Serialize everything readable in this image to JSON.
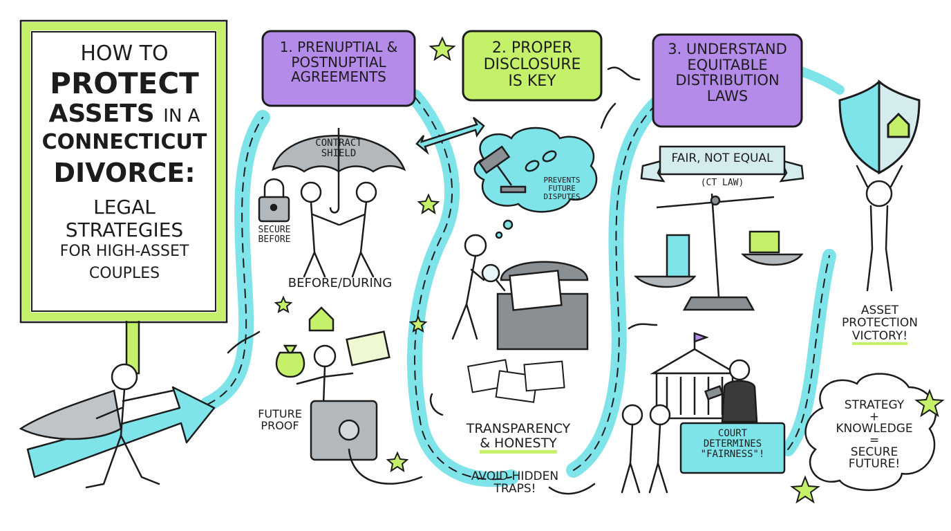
{
  "title": {
    "line1": "HOW TO",
    "line2": "PROTECT",
    "line3a": "ASSETS",
    "line3b": "IN A",
    "line4": "CONNECTICUT",
    "line5": "DIVORCE:",
    "line6": "LEGAL",
    "line7": "STRATEGIES",
    "line8": "FOR HIGH-ASSET",
    "line9": "COUPLES"
  },
  "steps": [
    {
      "line1": "1. PRENUPTIAL &",
      "line2": "POSTNUPTIAL",
      "line3": "AGREEMENTS"
    },
    {
      "line1": "2. PROPER",
      "line2": "DISCLOSURE",
      "line3": "IS KEY"
    },
    {
      "line1": "3. UNDERSTAND",
      "line2": "EQUITABLE",
      "line3": "DISTRIBUTION",
      "line4": "LAWS"
    }
  ],
  "step1": {
    "umbrella_line1": "CONTRACT",
    "umbrella_line2": "SHIELD",
    "secure_line1": "SECURE",
    "secure_line2": "BEFORE",
    "before_during": "BEFORE/DURING",
    "future_line1": "FUTURE",
    "future_line2": "PROOF"
  },
  "step2": {
    "cloud_line1": "PREVENTS",
    "cloud_line2": "FUTURE",
    "cloud_line3": "DISPUTES",
    "transparency_line1": "TRANSPARENCY",
    "transparency_line2": "& HONESTY",
    "avoid_line1": "AVOID HIDDEN",
    "avoid_line2": "TRAPS!"
  },
  "step3": {
    "banner": "FAIR, NOT EQUAL",
    "ct_law": "(CT LAW)",
    "court_line1": "COURT",
    "court_line2": "DETERMINES",
    "court_line3": "\"FAIRNESS\"!"
  },
  "victory": {
    "line1": "ASSET",
    "line2": "PROTECTION",
    "line3": "VICTORY!"
  },
  "summary": {
    "line1": "STRATEGY",
    "line2": "+",
    "line3": "KNOWLEDGE",
    "line4": "=",
    "line5": "SECURE",
    "line6": "FUTURE!"
  },
  "colors": {
    "green": "#c4f06a",
    "purple": "#b48be8",
    "cyan": "#7fe3ea",
    "ink": "#1c1c1c"
  }
}
